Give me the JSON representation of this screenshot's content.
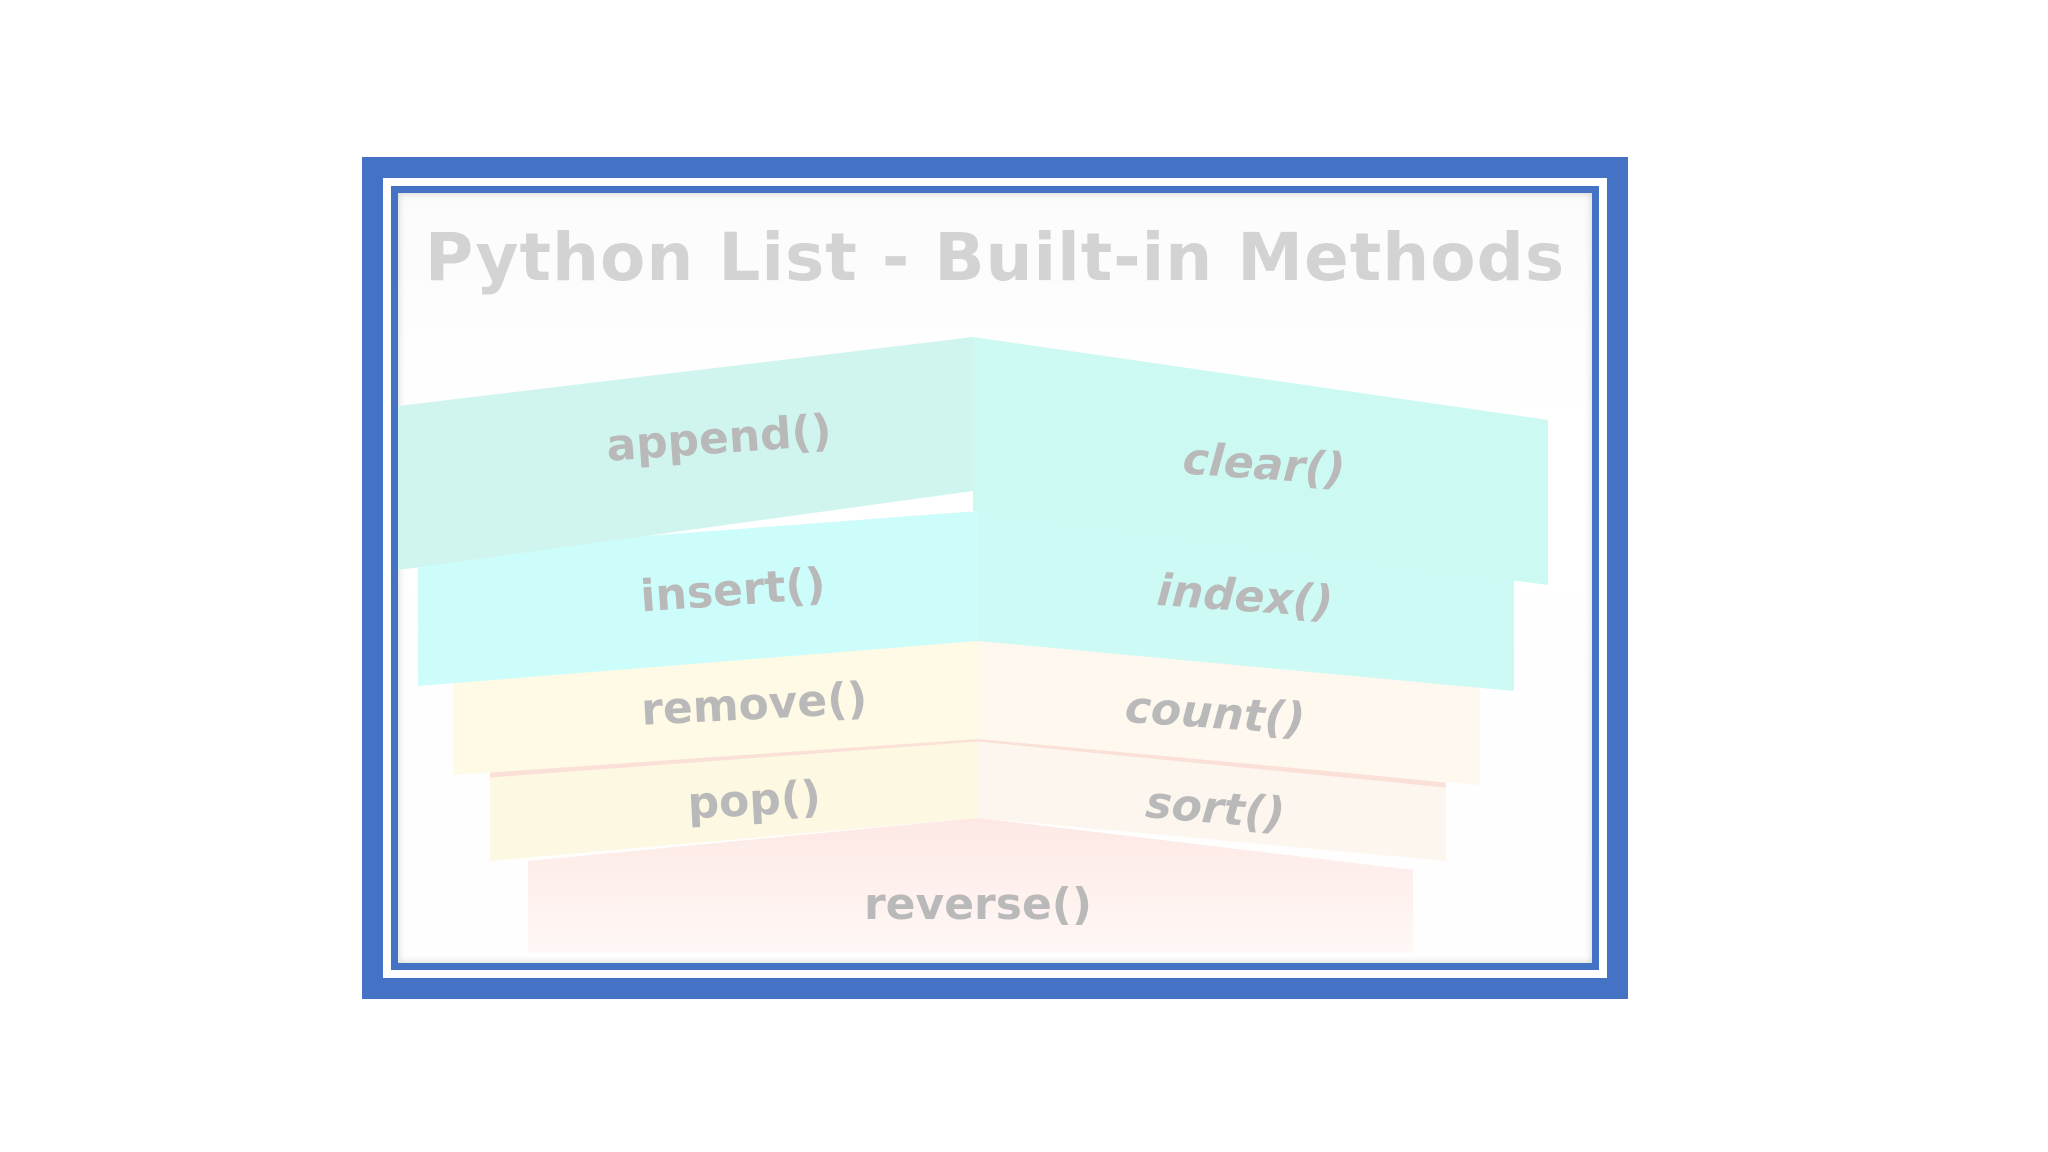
{
  "title": "Python List - Built-in Methods",
  "methods": {
    "append": "append()",
    "clear": "clear()",
    "insert": "insert()",
    "index": "index()",
    "remove": "remove()",
    "count": "count()",
    "pop": "pop()",
    "sort": "sort()",
    "reverse": "reverse()"
  },
  "colors": {
    "frame": "#4472c4",
    "teal_light": "#d3f7ef",
    "cyan": "#cdfcf9",
    "cream": "#fdfae8",
    "peach": "#fdf3ec",
    "pink": "#fdebe8",
    "title_gray": "#d3d3d3",
    "label_gray": "#b9b9b9"
  }
}
